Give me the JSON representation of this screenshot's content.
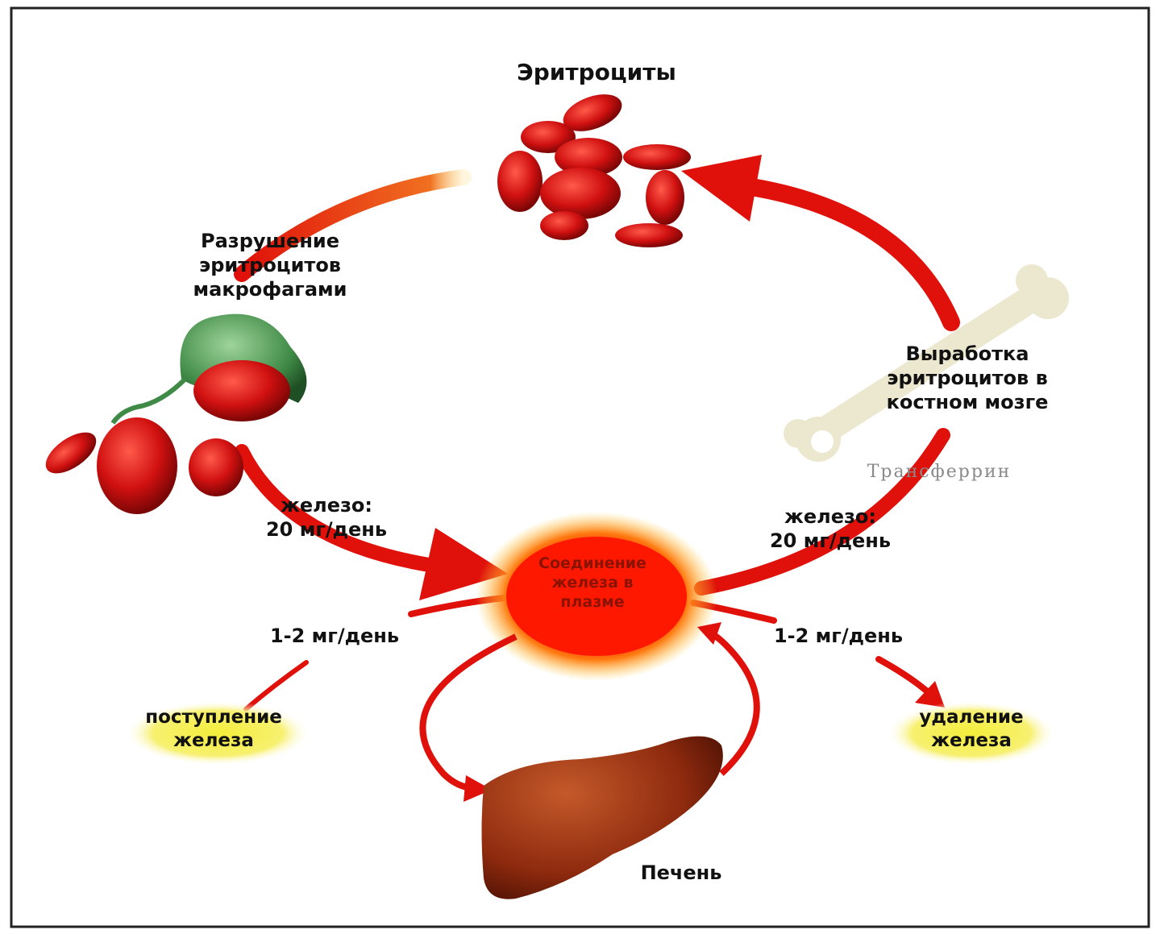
{
  "labels": {
    "erythrocytes": "Эритроциты",
    "destruction": "Разрушение\nэритроцитов\nмакрофагами",
    "production": "Выработка\nэритроцитов в\nкостном мозге",
    "transferrin": "Трансферрин",
    "iron_left": "железо:\n20 мг/день",
    "iron_right": "железо:\n20 мг/день",
    "dose_left": "1-2 мг/день",
    "dose_right": "1-2 мг/день",
    "center": "Соединение\nжелеза в\nплазме",
    "intake": "поступление\nжелеза",
    "removal": "удаление\nжелеза",
    "liver": "Печень"
  },
  "colors": {
    "arrow": "#e0100a",
    "cell": "#d41010",
    "highlight": "#f4ee3a",
    "liver": "#8e2a0e",
    "macrophage": "#3f8a46",
    "bone": "#ece8cf"
  }
}
